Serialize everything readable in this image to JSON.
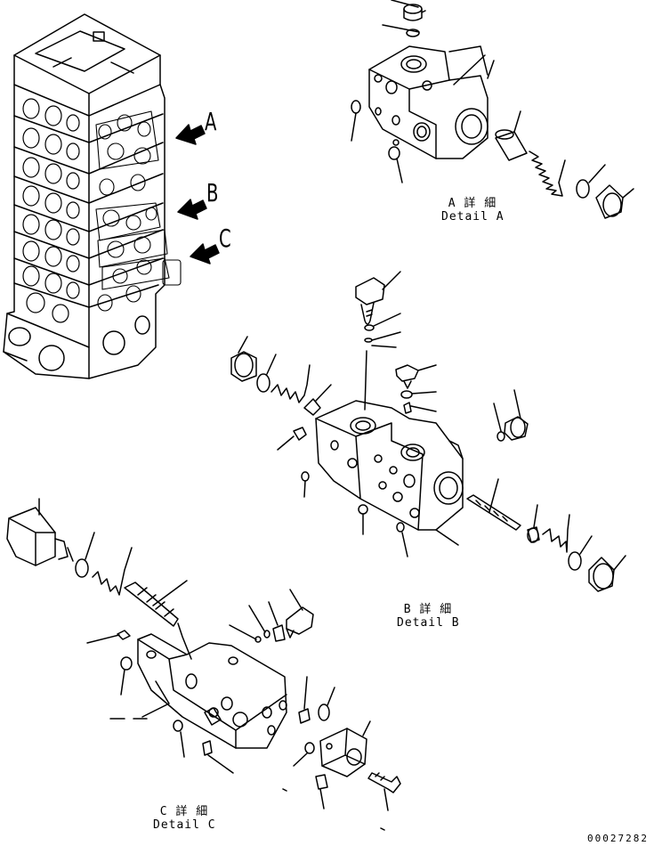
{
  "callouts": {
    "a": "A",
    "b": "B",
    "c": "C"
  },
  "details": [
    {
      "jp": "A 詳 細",
      "en": "Detail A"
    },
    {
      "jp": "B 詳 細",
      "en": "Detail B"
    },
    {
      "jp": "C 詳 細",
      "en": "Detail C"
    }
  ],
  "drawing_number": "00027282"
}
